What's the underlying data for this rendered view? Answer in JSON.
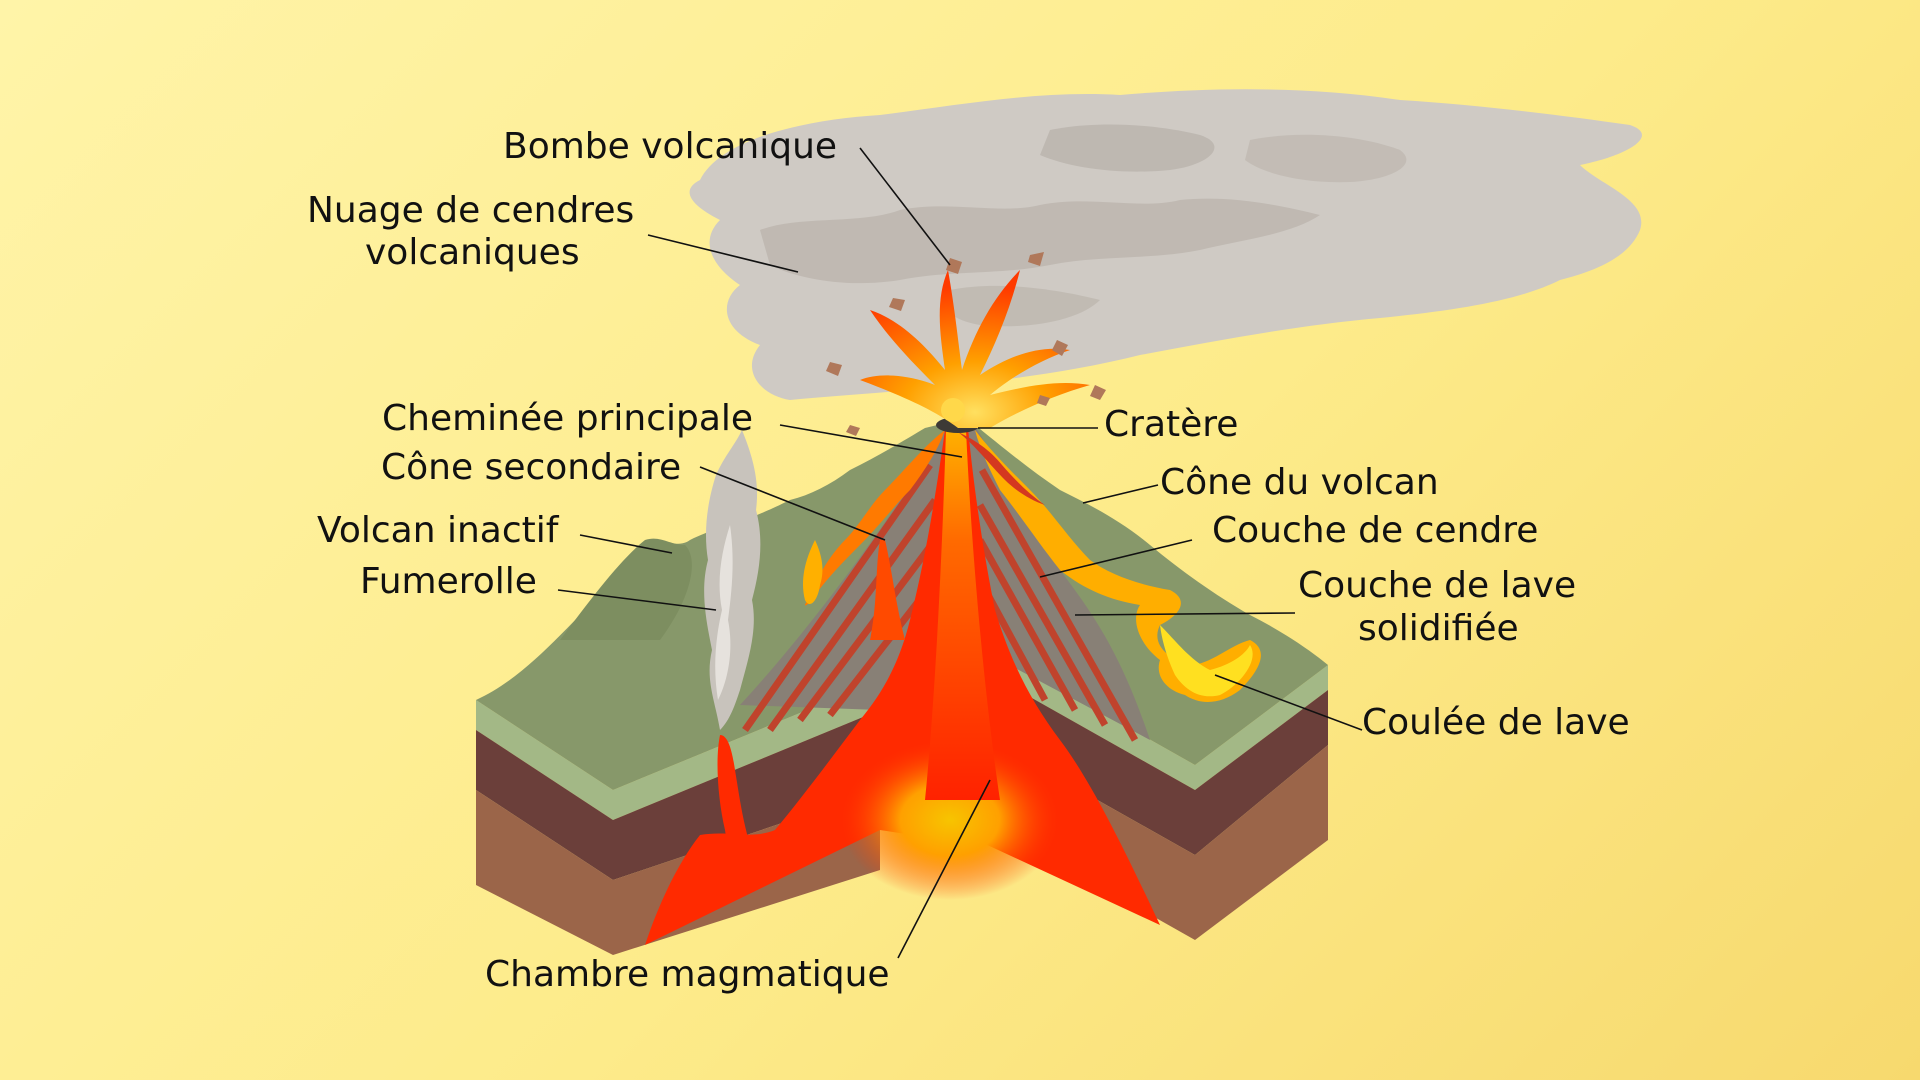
{
  "labels": {
    "bombe": "Bombe volcanique",
    "nuage_1": "Nuage de cendres",
    "nuage_2": "volcaniques",
    "cheminee": "Cheminée principale",
    "cone_secondaire": "Cône secondaire",
    "volcan_inactif": "Volcan inactif",
    "fumerolle": "Fumerolle",
    "cratere": "Cratère",
    "cone_volcan": "Cône du volcan",
    "couche_cendre": "Couche de cendre",
    "couche_lave_1": "Couche de lave",
    "couche_lave_2": "solidifiée",
    "coulee": "Coulée de lave",
    "chambre": "Chambre magmatique"
  },
  "colors": {
    "background": "#fdeb8a",
    "ash_cloud": "#cfcac4",
    "terrain": "#87986a",
    "grass_edge": "#a3b886",
    "soil_dark": "#6b3f3a",
    "soil_brown": "#9b6549",
    "magma": "#ff2a00",
    "magma_core": "#f7b500",
    "lava_flow": "#ffe020"
  }
}
